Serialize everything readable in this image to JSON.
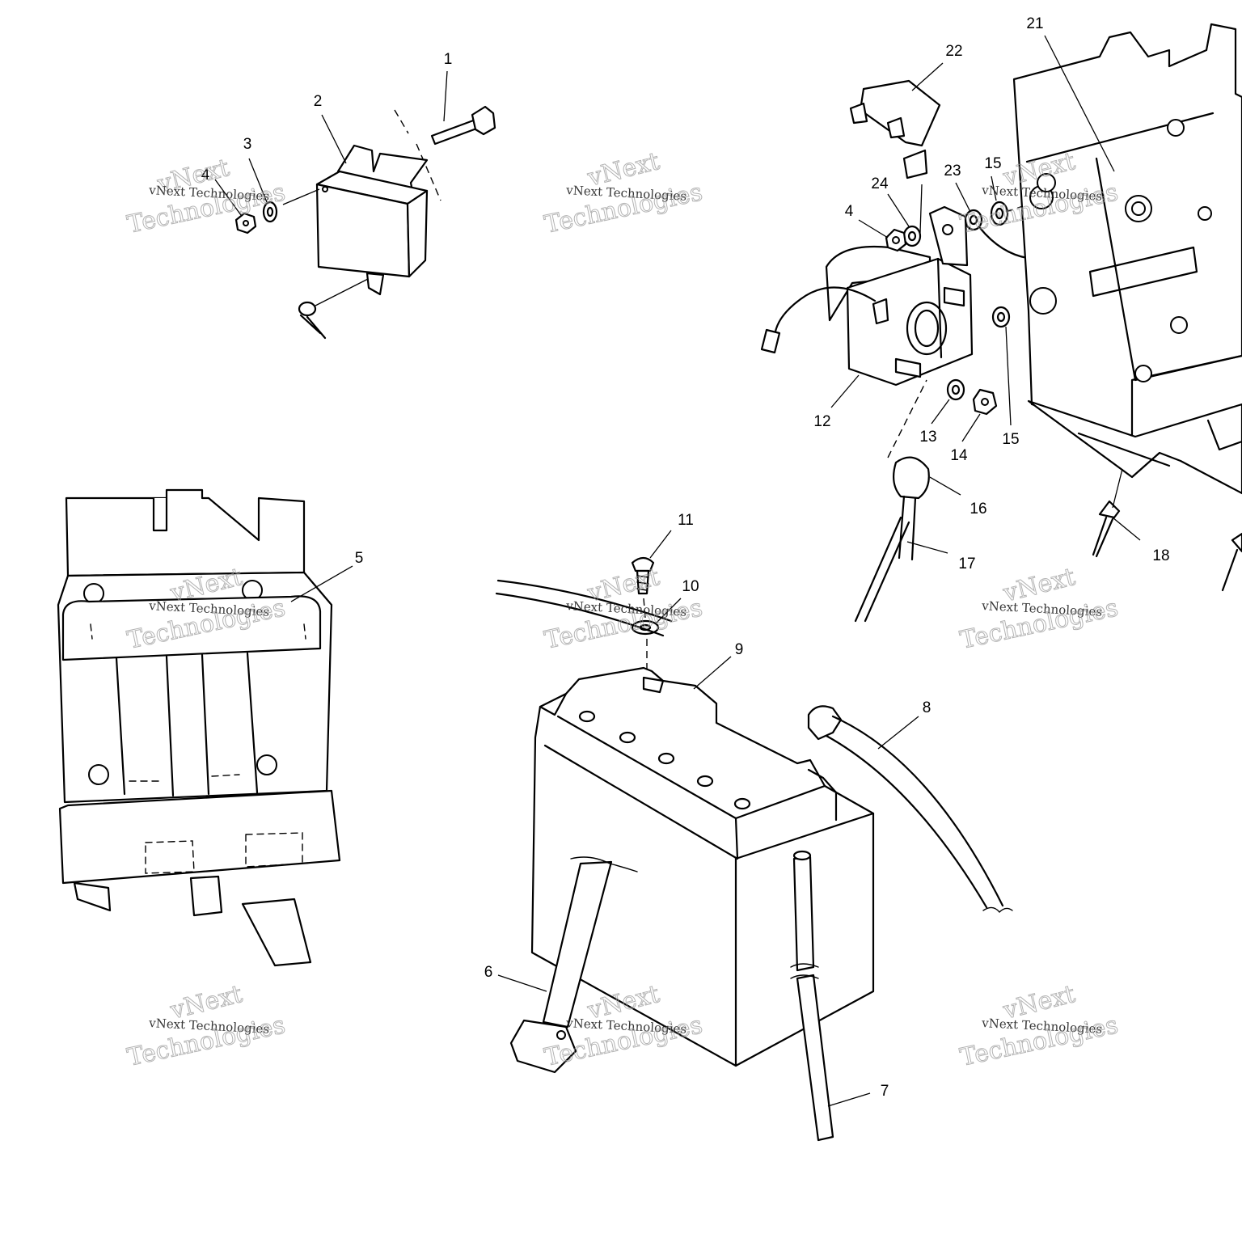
{
  "callouts": [
    {
      "id": "1",
      "label": "1"
    },
    {
      "id": "2",
      "label": "2"
    },
    {
      "id": "3",
      "label": "3"
    },
    {
      "id": "4a",
      "label": "4"
    },
    {
      "id": "4b",
      "label": "4"
    },
    {
      "id": "5",
      "label": "5"
    },
    {
      "id": "6",
      "label": "6"
    },
    {
      "id": "7",
      "label": "7"
    },
    {
      "id": "8",
      "label": "8"
    },
    {
      "id": "9",
      "label": "9"
    },
    {
      "id": "10",
      "label": "10"
    },
    {
      "id": "11",
      "label": "11"
    },
    {
      "id": "12",
      "label": "12"
    },
    {
      "id": "13",
      "label": "13"
    },
    {
      "id": "14",
      "label": "14"
    },
    {
      "id": "15a",
      "label": "15"
    },
    {
      "id": "15b",
      "label": "15"
    },
    {
      "id": "16",
      "label": "16"
    },
    {
      "id": "17",
      "label": "17"
    },
    {
      "id": "18",
      "label": "18"
    },
    {
      "id": "21",
      "label": "21"
    },
    {
      "id": "22",
      "label": "22"
    },
    {
      "id": "23",
      "label": "23"
    },
    {
      "id": "24",
      "label": "24"
    }
  ],
  "watermark": {
    "line1": "vNext",
    "line2": "vNext Technologies",
    "line3": "Technologies"
  }
}
